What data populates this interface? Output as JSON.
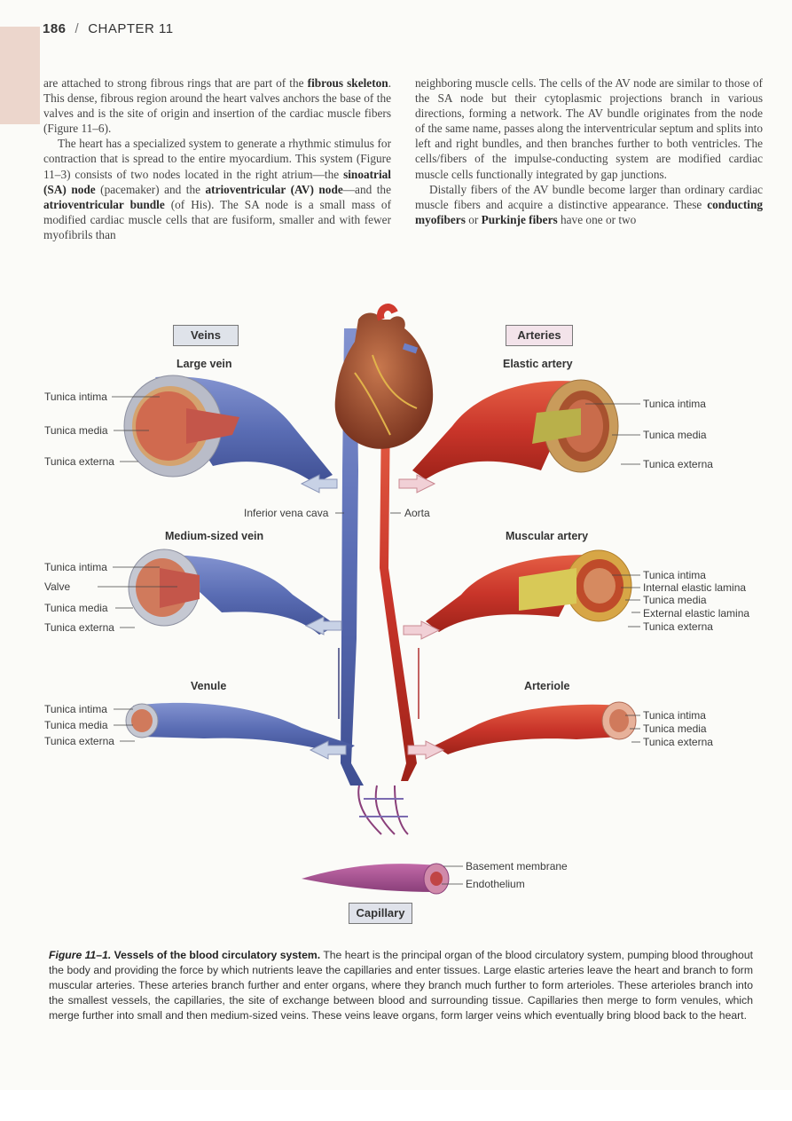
{
  "header": {
    "page_number": "186",
    "chapter": "CHAPTER 11"
  },
  "left_column": [
    {
      "parts": [
        {
          "t": "are attached to strong fibrous rings that are part of the "
        },
        {
          "b": "fibrous skeleton"
        },
        {
          "t": ". This dense, fibrous region around the heart valves anchors the base of the valves and is the site of origin and insertion of the cardiac muscle fibers (Figure 11–6)."
        }
      ],
      "indent": false
    },
    {
      "parts": [
        {
          "t": "The heart has a specialized system to generate a rhythmic stimulus for contraction that is spread to the entire myocardium. This system (Figure 11–3) consists of two nodes located in the right atrium—the "
        },
        {
          "b": "sinoatrial (SA) node"
        },
        {
          "t": " (pacemaker) and the "
        },
        {
          "b": "atrioventricular (AV) node"
        },
        {
          "t": "—and the "
        },
        {
          "b": "atrioventricular bundle"
        },
        {
          "t": " (of His). The SA node is a small mass of modified cardiac muscle cells that are fusiform, smaller and with fewer myofibrils than"
        }
      ],
      "indent": true
    }
  ],
  "right_column": [
    {
      "parts": [
        {
          "t": "neighboring muscle cells. The cells of the AV node are similar to those of the SA node but their cytoplasmic projections branch in various directions, forming a network. The AV bundle originates from the node of the same name, passes along the interventricular septum and splits into left and right bundles, and then branches further to both ventricles. The cells/fibers of the impulse-conducting system are modified cardiac muscle cells functionally integrated by gap junctions."
        }
      ],
      "indent": false
    },
    {
      "parts": [
        {
          "t": "Distally fibers of the AV bundle become larger than ordinary cardiac muscle fibers and acquire a distinctive appearance. These "
        },
        {
          "b": "conducting myofibers"
        },
        {
          "t": " or "
        },
        {
          "b": "Purkinje fibers"
        },
        {
          "t": " have one or two"
        }
      ],
      "indent": true
    }
  ],
  "figure": {
    "veins_box": "Veins",
    "arteries_box": "Arteries",
    "capillary_box": "Capillary",
    "large_vein": {
      "title": "Large vein",
      "labels": [
        "Tunica intima",
        "Tunica media",
        "Tunica externa"
      ]
    },
    "medium_vein": {
      "title": "Medium-sized vein",
      "labels": [
        "Tunica intima",
        "Valve",
        "Tunica media",
        "Tunica externa"
      ]
    },
    "venule": {
      "title": "Venule",
      "labels": [
        "Tunica intima",
        "Tunica media",
        "Tunica externa"
      ]
    },
    "elastic_artery": {
      "title": "Elastic artery",
      "labels": [
        "Tunica intima",
        "Tunica media",
        "Tunica externa"
      ]
    },
    "muscular_artery": {
      "title": "Muscular artery",
      "labels": [
        "Tunica intima",
        "Internal elastic lamina",
        "Tunica media",
        "External elastic lamina",
        "Tunica externa"
      ]
    },
    "arteriole": {
      "title": "Arteriole",
      "labels": [
        "Tunica intima",
        "Tunica media",
        "Tunica externa"
      ]
    },
    "inferior_vena_cava": "Inferior vena cava",
    "aorta": "Aorta",
    "capillary_labels": [
      "Basement membrane",
      "Endothelium"
    ],
    "colors": {
      "vein": "#5f72b8",
      "artery": "#cf3a2e",
      "capillary": "#a2548f",
      "heart": "#9c4b32"
    }
  },
  "caption": {
    "label": "Figure 11–1.",
    "title": "Vessels of the blood circulatory system.",
    "text": "The heart is the principal organ of the blood circulatory system, pumping blood throughout the body and providing the force by which nutrients leave the capillaries and enter tissues. Large elastic arteries leave the heart and branch to form muscular arteries. These arteries branch further and enter organs, where they branch much further to form arterioles. These arterioles branch into the smallest vessels, the capillaries, the site of exchange between blood and surrounding tissue. Capillaries then merge to form venules, which merge further into small and then medium-sized veins. These veins leave organs, form larger veins which eventually bring blood back to the heart."
  }
}
